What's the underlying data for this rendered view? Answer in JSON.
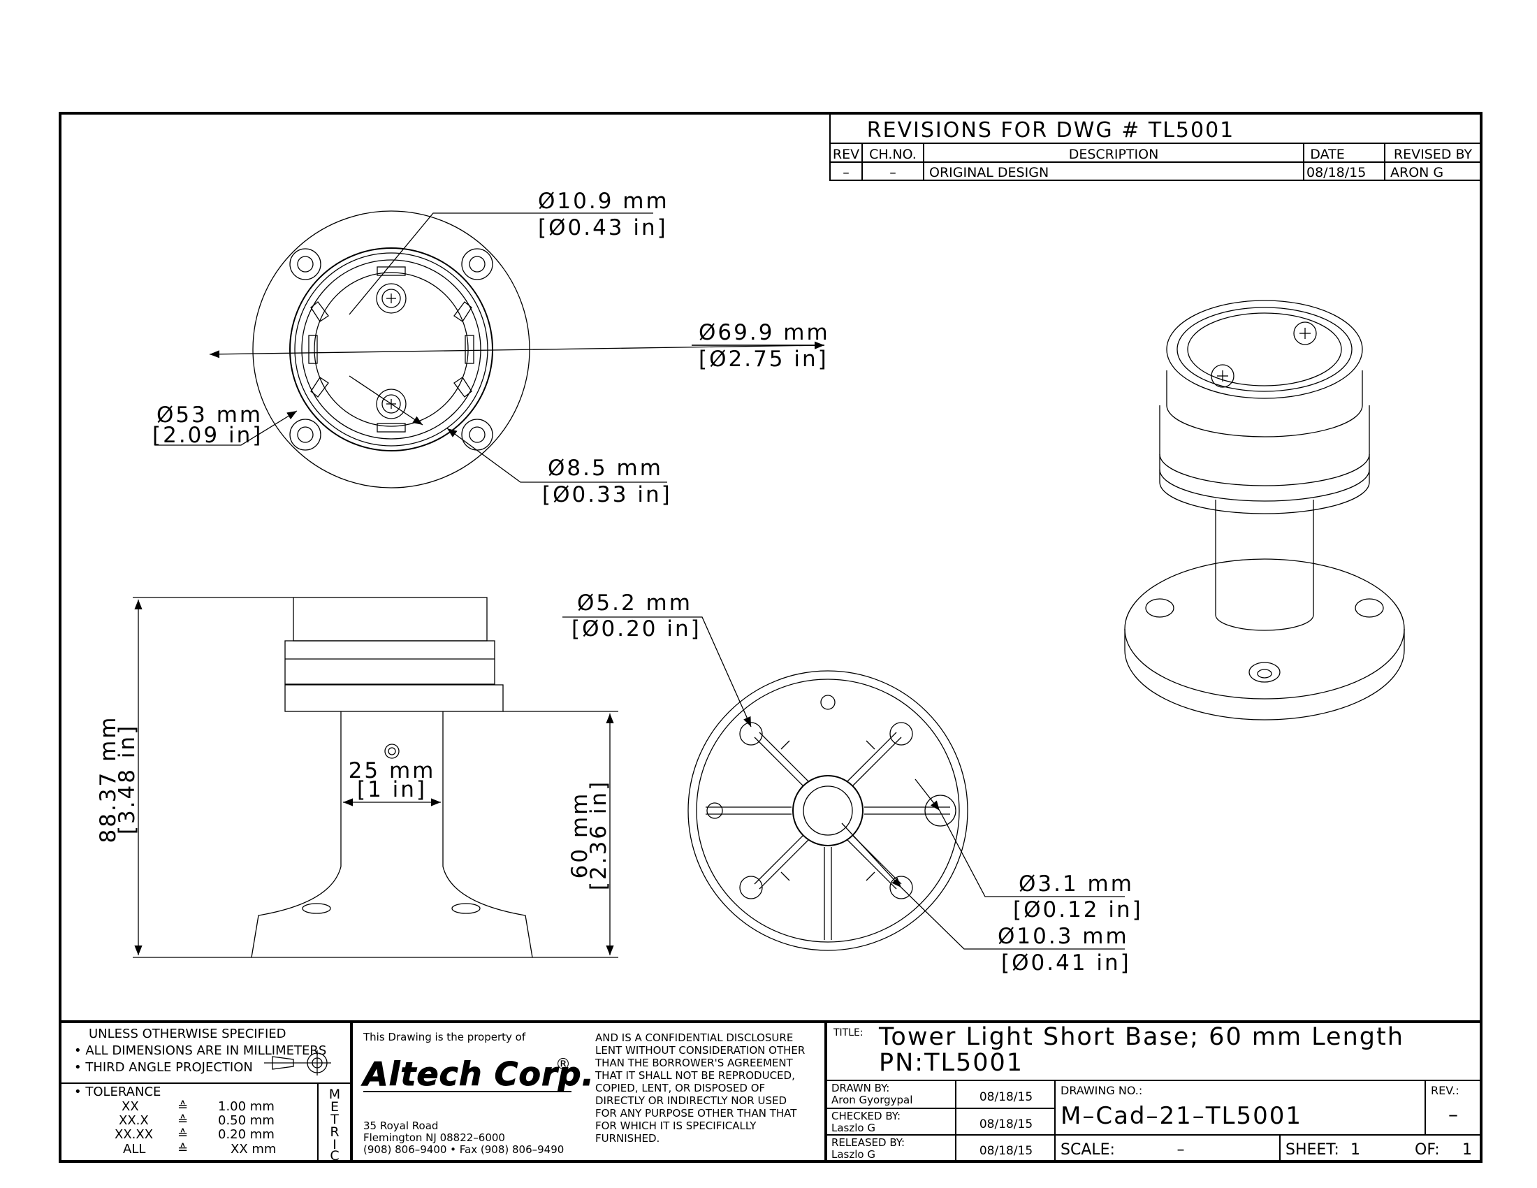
{
  "revisions": {
    "title": "REVISIONS FOR DWG # TL5001",
    "headers": {
      "rev": "REV",
      "chno": "CH.NO.",
      "description": "DESCRIPTION",
      "date": "DATE",
      "revised_by": "REVISED BY"
    },
    "rows": [
      {
        "rev": "–",
        "chno": "–",
        "description": "ORIGINAL DESIGN",
        "date": "08/18/15",
        "revised_by": "ARON G"
      }
    ]
  },
  "dimensions": {
    "top_bolt_mm": "Ø10.9 mm",
    "top_bolt_in": "[Ø0.43 in]",
    "outer_dia_mm": "Ø69.9 mm",
    "outer_dia_in": "[Ø2.75 in]",
    "inner_dia_mm": "Ø53 mm",
    "inner_dia_in": "[2.09 in]",
    "screw_mm": "Ø8.5 mm",
    "screw_in": "[Ø0.33 in]",
    "hole_5_mm": "Ø5.2 mm",
    "hole_5_in": "[Ø0.20 in]",
    "pole_width_mm": "25 mm",
    "pole_width_in": "[1 in]",
    "total_height_mm": "88.37 mm",
    "total_height_in": "[3.48 in]",
    "pole_height_mm": "60 mm",
    "pole_height_in": "[2.36 in]",
    "hole_3_mm": "Ø3.1 mm",
    "hole_3_in": "[Ø0.12 in]",
    "hole_10_mm": "Ø10.3 mm",
    "hole_10_in": "[Ø0.41 in]"
  },
  "notes": {
    "line1": "UNLESS OTHERWISE SPECIFIED",
    "line2": "• ALL DIMENSIONS ARE IN MILLIMETERS",
    "line3": "• THIRD ANGLE PROJECTION",
    "tolerance_label": "• TOLERANCE",
    "tolerances": [
      {
        "k": "XX",
        "s": "≙",
        "v": "1.00 mm"
      },
      {
        "k": "XX.X",
        "s": "≙",
        "v": "0.50 mm"
      },
      {
        "k": "XX.XX",
        "s": "≙",
        "v": "0.20 mm"
      },
      {
        "k": "ALL",
        "s": "≙",
        "v": "XX mm"
      }
    ],
    "metric": [
      "M",
      "E",
      "T",
      "R",
      "I",
      "C"
    ]
  },
  "company": {
    "property_of": "This Drawing is the property of",
    "logo": "Altech Corp.",
    "registered": "®",
    "address1": "35 Royal Road",
    "address2": "Flemington NJ 08822–6000",
    "phone": "(908) 806–9400 • Fax (908) 806–9490",
    "confidential": [
      "AND IS A CONFIDENTIAL DISCLOSURE",
      "LENT WITHOUT CONSIDERATION OTHER",
      "THAN THE BORROWER'S AGREEMENT",
      "THAT IT SHALL NOT BE REPRODUCED,",
      "COPIED, LENT, OR DISPOSED OF",
      "DIRECTLY OR INDIRECTLY NOR USED",
      "FOR ANY PURPOSE OTHER THAN THAT",
      "FOR WHICH IT IS SPECIFICALLY",
      "FURNISHED."
    ]
  },
  "title_block": {
    "title_label": "TITLE:",
    "title": "Tower Light Short Base; 60 mm Length",
    "pn": "PN:TL5001",
    "drawn_label": "DRAWN BY:",
    "drawn_name": "Aron Gyorgypal",
    "drawn_date": "08/18/15",
    "checked_label": "CHECKED BY:",
    "checked_name": "Laszlo G",
    "checked_date": "08/18/15",
    "released_label": "RELEASED BY:",
    "released_name": "Laszlo G",
    "released_date": "08/18/15",
    "drawing_no_label": "DRAWING NO.:",
    "drawing_no": "M–Cad–21–TL5001",
    "rev_label": "REV.:",
    "rev": "–",
    "scale_label": "SCALE:",
    "scale": "–",
    "sheet_label": "SHEET:",
    "sheet": "1",
    "of_label": "OF:",
    "of": "1"
  }
}
